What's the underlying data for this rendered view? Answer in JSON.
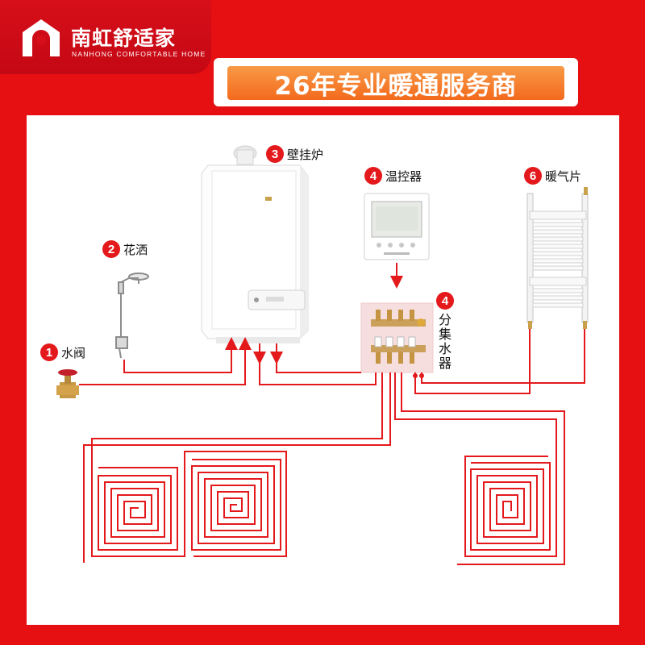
{
  "brand": {
    "name_cn": "南虹舒适家",
    "name_en": "NANHONG COMFORTABLE HOME"
  },
  "header": {
    "title": "26年专业暖通服务商"
  },
  "components": {
    "valve": {
      "number": "1",
      "label": "水阀"
    },
    "shower": {
      "number": "2",
      "label": "花洒"
    },
    "boiler": {
      "number": "3",
      "label": "壁挂炉"
    },
    "thermostat": {
      "number": "4",
      "label": "温控器"
    },
    "manifold": {
      "number": "4",
      "label": "分集水器",
      "chars": [
        "分",
        "集",
        "水",
        "器"
      ]
    },
    "radiator": {
      "number": "6",
      "label": "暖气片"
    }
  },
  "colors": {
    "background": "#e60f12",
    "pipe": "#e4191c",
    "header_gradient_top": "#f89a47",
    "header_gradient_bottom": "#f36a1d"
  }
}
